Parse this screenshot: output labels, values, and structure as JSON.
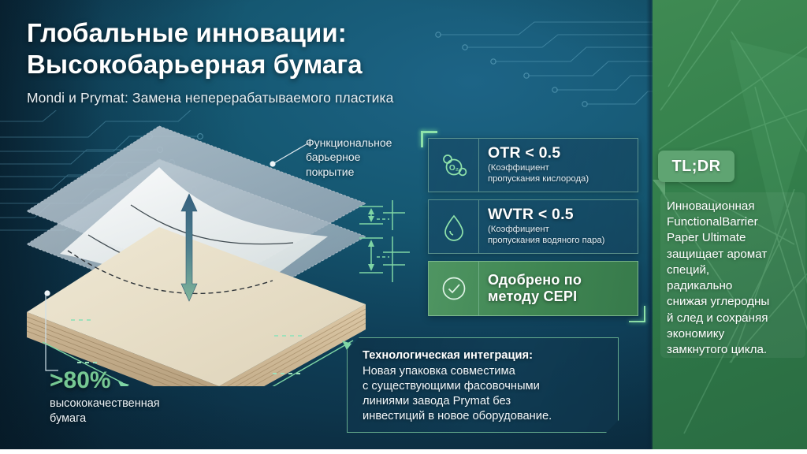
{
  "header": {
    "title_line1": "Глобальные инновации:",
    "title_line2": "Высокобарьерная бумага",
    "subtitle": "Mondi и Prymat: Замена неперерабатываемого пластика"
  },
  "diagram": {
    "coating_label_line1": "Функциональное",
    "coating_label_line2": "барьерное",
    "coating_label_line3": "покрытие",
    "percent_value": ">80%",
    "percent_caption_line1": "высококачественная",
    "percent_caption_line2": "бумага"
  },
  "metrics": [
    {
      "icon": "oxygen-molecule-icon",
      "title": "OTR < 0.5",
      "sub_line1": "(Коэффициент",
      "sub_line2": "пропускания кислорода)",
      "highlight": false
    },
    {
      "icon": "water-droplet-icon",
      "title": "WVTR < 0.5",
      "sub_line1": "(Коэффициент",
      "sub_line2": "пропускания водяного пара)",
      "highlight": false
    },
    {
      "icon": "check-circle-icon",
      "title_line1": "Одобрено по",
      "title_line2": "методу CEPI",
      "highlight": true
    }
  ],
  "integration": {
    "title": "Технологическая интеграция:",
    "body_line1": "Новая упаковка совместима",
    "body_line2": "с существующими фасовочными",
    "body_line3": "линиями завода Prymat без",
    "body_line4": "инвестиций в новое оборудование."
  },
  "tldr": {
    "badge": "TL;DR",
    "body_line1": "Инновационная",
    "body_line2": "FunctionalBarrier",
    "body_line3": "Paper Ultimate",
    "body_line4": "защищает аромат",
    "body_line5": "специй,",
    "body_line6": "радикально",
    "body_line7": "снижая углеродны",
    "body_line8": "й след и сохраняя",
    "body_line9": "экономику",
    "body_line10": "замкнутого цикла."
  },
  "colors": {
    "accent_green": "#76c893",
    "bracket_green": "#8fe3ab",
    "panel_green": "#3f8a53",
    "bg_navy": "#0c2a3d",
    "bg_teal": "#1d6486",
    "paper_cream": "#e8e0cc",
    "paper_tan": "#c4ae8a"
  }
}
